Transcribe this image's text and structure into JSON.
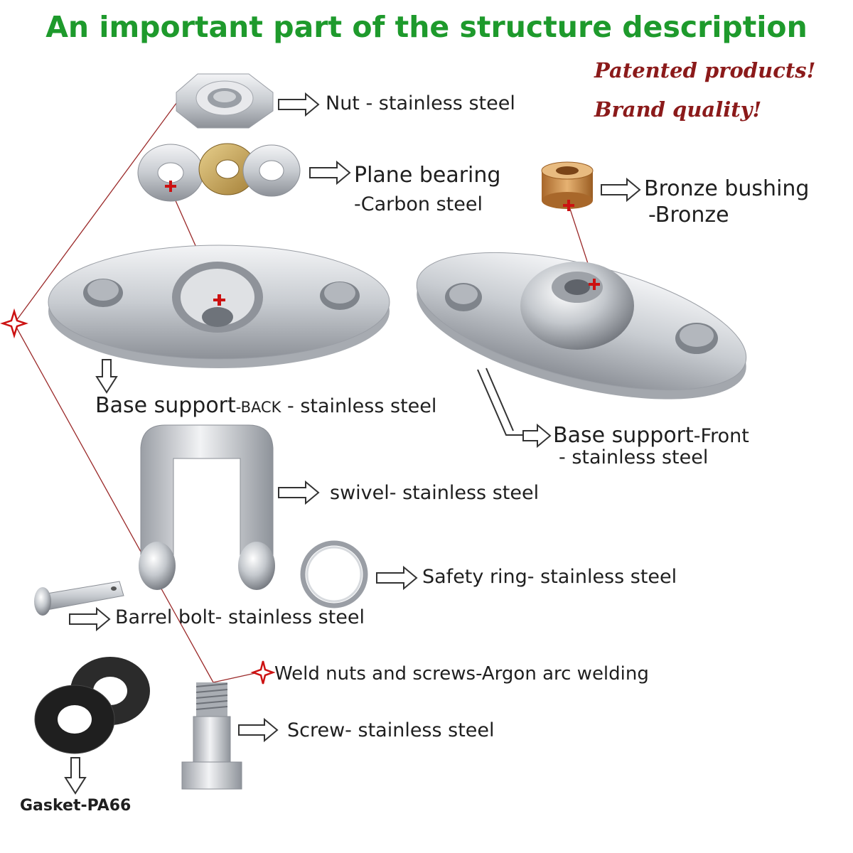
{
  "title": "An important part of the structure description",
  "slogans": [
    "Patented products!",
    "Brand quality!"
  ],
  "labels": {
    "nut": "Nut - stainless steel",
    "plane_bearing": "Plane bearing",
    "plane_bearing_material": "-Carbon steel",
    "bronze_bushing": "Bronze bushing",
    "bronze_bushing_material": "-Bronze",
    "base_back_main": "Base support",
    "base_back_tag": "-BACK",
    "base_back_material": " - stainless steel",
    "base_front_main": "Base support",
    "base_front_tag": "-Front",
    "base_front_material": "- stainless steel",
    "swivel": "swivel- stainless steel",
    "safety_ring": "Safety ring- stainless steel",
    "barrel_bolt": "Barrel bolt- stainless steel",
    "weld": "Weld nuts and screws-Argon arc welding",
    "screw": "Screw- stainless steel",
    "gasket": "Gasket-PA66"
  },
  "colors": {
    "title": "#1e9a2c",
    "slogan": "#8b1a1a",
    "marker": "#cc1111",
    "leader": "#9b2a2a",
    "steel_light": "#e4e6e9",
    "steel_mid": "#b9bdc3",
    "steel_dark": "#8c9097",
    "brass": "#c9a55a",
    "bronze": "#c98a3c",
    "rubber": "#2b2b2b"
  },
  "icons": [
    "hollow-arrow-icon",
    "red-star-marker-icon"
  ]
}
